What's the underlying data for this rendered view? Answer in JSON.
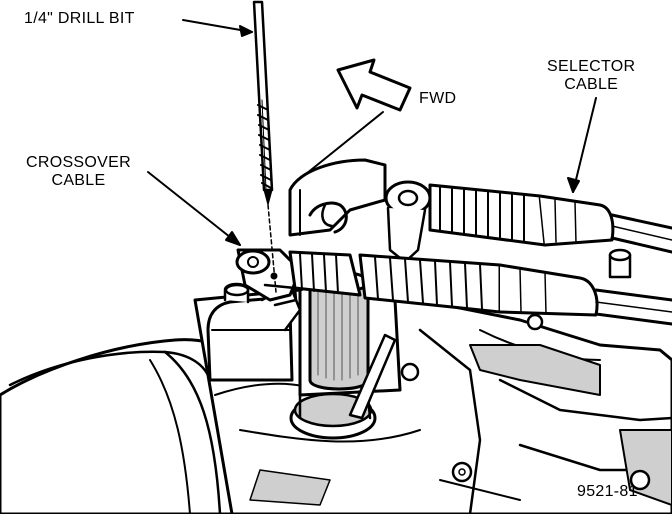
{
  "labels": {
    "drill_bit": "1/4\" DRILL BIT",
    "fwd": "FWD",
    "selector_line1": "SELECTOR",
    "selector_line2": "CABLE",
    "crossover_line1": "CROSSOVER",
    "crossover_line2": "CABLE",
    "figure_id": "9521-81"
  },
  "colors": {
    "ink": "#000000",
    "paper": "#ffffff",
    "shade": "#cfcfcf"
  }
}
